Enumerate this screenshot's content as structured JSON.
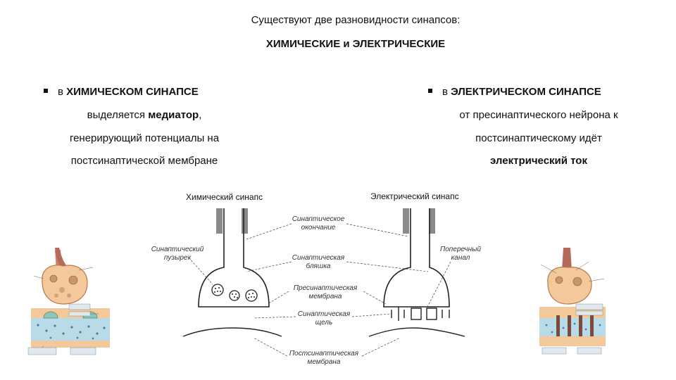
{
  "header": {
    "line1": "Существуют две разновидности синапсов:",
    "line2": "ХИМИЧЕСКИЕ и ЭЛЕКТРИЧЕСКИЕ"
  },
  "left_column": {
    "heading_prefix": "в",
    "heading": "ХИМИЧЕСКОМ СИНАПСЕ",
    "line1_a": "выделяется",
    "line1_b": "медиатор",
    "line1_c": ",",
    "line2": "генерирующий потенциалы на",
    "line3": "постсинаптической мембране"
  },
  "right_column": {
    "heading_prefix": "в",
    "heading": "ЭЛЕКТРИЧЕСКОМ СИНАПСЕ",
    "line1": "от пресинаптического нейрона к",
    "line2": "постсинаптическому идёт",
    "line3": "электрический ток"
  },
  "diagram": {
    "chem_title": "Химический синапс",
    "elec_title": "Электрический синапс",
    "labels": {
      "synaptic_ending": [
        "Синаптическое",
        "окончание"
      ],
      "synaptic_vesicle": [
        "Синаптический",
        "пузырек"
      ],
      "synaptic_plaque": [
        "Синаптическая",
        "бляшка"
      ],
      "presynaptic_membrane": [
        "Пресинаптическая",
        "мембрана"
      ],
      "synaptic_cleft": [
        "Синаптическая",
        "щель"
      ],
      "postsynaptic_membrane": [
        "Постсинаптическая",
        "мембрана"
      ],
      "transverse_channel": [
        "Поперечный",
        "канал"
      ]
    }
  },
  "colors": {
    "text": "#111111",
    "neuron_fill": "#f3c89a",
    "neuron_body": "#e8a878",
    "membrane_fill": "#b9dbe8",
    "vesicle_fill": "#5a8fb0",
    "fiber": "#b66a5a"
  }
}
